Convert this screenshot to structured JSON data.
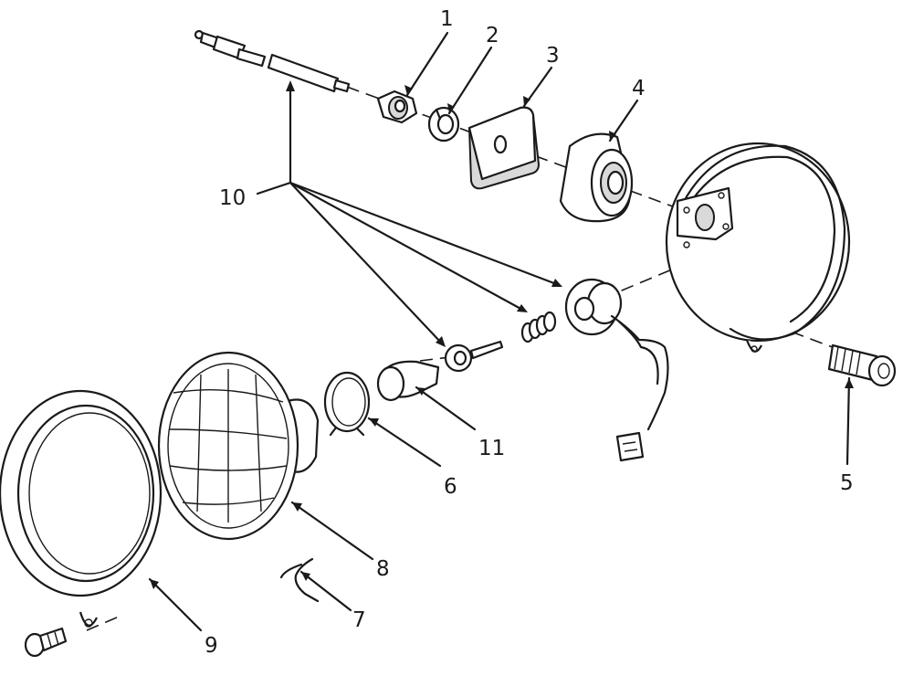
{
  "diagram": {
    "callouts": [
      {
        "id": "callout-1",
        "text": "1"
      },
      {
        "id": "callout-2",
        "text": "2"
      },
      {
        "id": "callout-3",
        "text": "3"
      },
      {
        "id": "callout-4",
        "text": "4"
      },
      {
        "id": "callout-5",
        "text": "5"
      },
      {
        "id": "callout-6",
        "text": "6"
      },
      {
        "id": "callout-7",
        "text": "7"
      },
      {
        "id": "callout-8",
        "text": "8"
      },
      {
        "id": "callout-9",
        "text": "9"
      },
      {
        "id": "callout-10",
        "text": "10"
      },
      {
        "id": "callout-11",
        "text": "11"
      }
    ]
  }
}
